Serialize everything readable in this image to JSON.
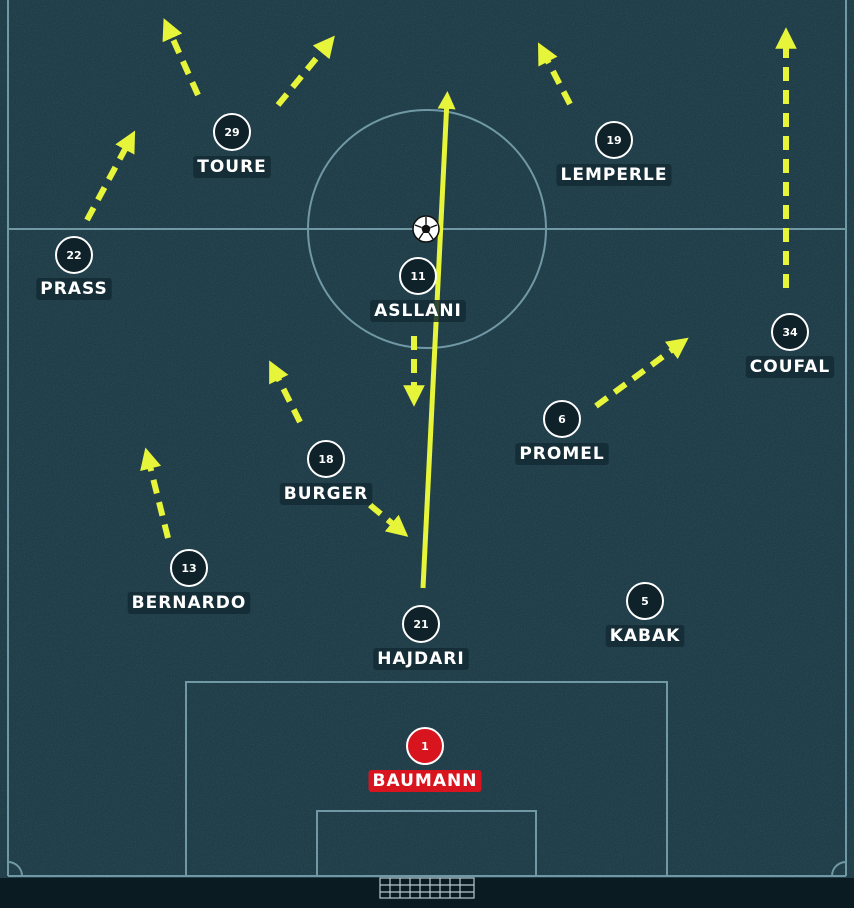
{
  "colors": {
    "pitch": "#17343f",
    "pitch_dark": "#0b1b22",
    "lines": "#7fa8b5",
    "arrow": "#e6f43a",
    "player_fill": "#0f2129",
    "label_bg": "#132a34",
    "keeper": "#d8141e"
  },
  "ball_icon": "football-icon",
  "players": [
    {
      "id": "toure",
      "number": "29",
      "name": "TOURE"
    },
    {
      "id": "lemperle",
      "number": "19",
      "name": "LEMPERLE"
    },
    {
      "id": "prass",
      "number": "22",
      "name": "PRASS"
    },
    {
      "id": "asllani",
      "number": "11",
      "name": "ASLLANI"
    },
    {
      "id": "coufal",
      "number": "34",
      "name": "COUFAL"
    },
    {
      "id": "promel",
      "number": "6",
      "name": "PROMEL"
    },
    {
      "id": "burger",
      "number": "18",
      "name": "BURGER"
    },
    {
      "id": "bernardo",
      "number": "13",
      "name": "BERNARDO"
    },
    {
      "id": "hajdari",
      "number": "21",
      "name": "HAJDARI"
    },
    {
      "id": "kabak",
      "number": "5",
      "name": "KABAK"
    },
    {
      "id": "baumann",
      "number": "1",
      "name": "BAUMANN",
      "goalkeeper": true
    }
  ]
}
